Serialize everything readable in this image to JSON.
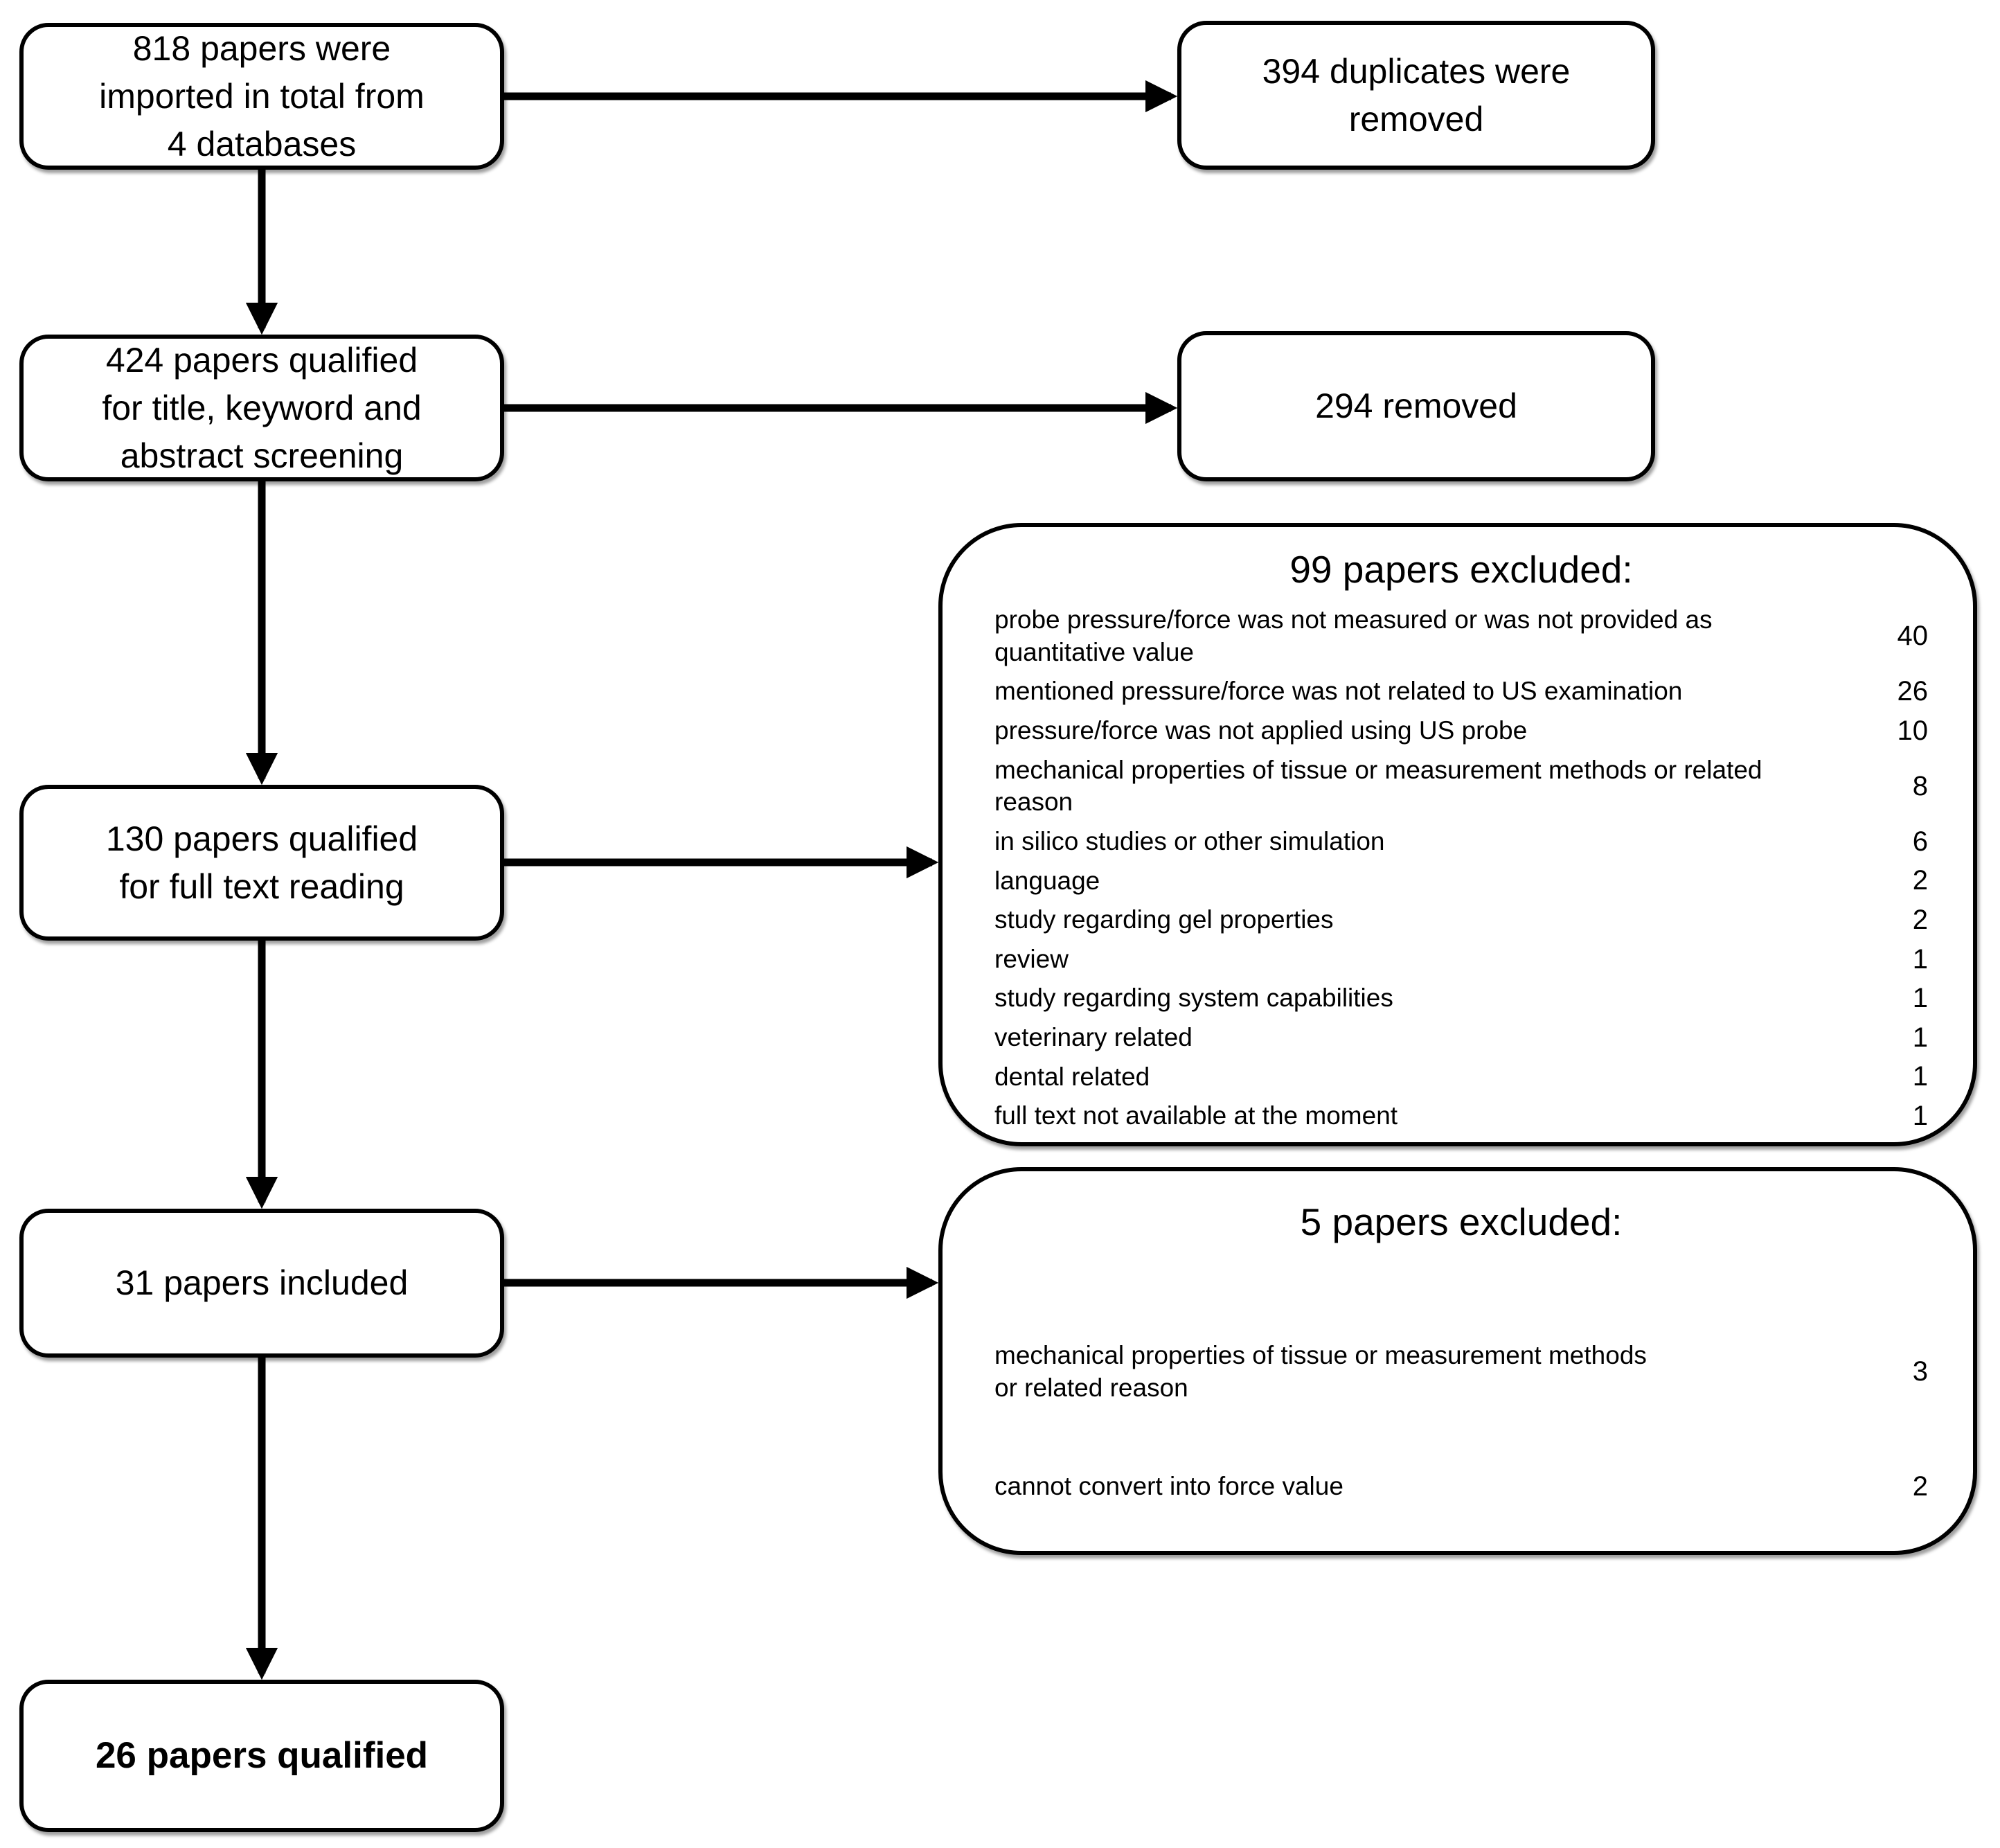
{
  "colors": {
    "ink": "#000000",
    "background": "#ffffff"
  },
  "boxes": {
    "imported": {
      "text": "818 papers were\nimported in total from\n4 databases"
    },
    "duplicates": {
      "text": "394 duplicates were\nremoved"
    },
    "screened": {
      "text": "424 papers qualified\nfor title, keyword and\nabstract screening"
    },
    "removed": {
      "text": "294 removed"
    },
    "fulltext": {
      "text": "130 papers qualified\nfor full text reading"
    },
    "included": {
      "text": "31 papers included"
    },
    "qualified": {
      "text": "26 papers qualified"
    }
  },
  "excluded99": {
    "title": "99 papers excluded:",
    "reasons": [
      {
        "label": "probe pressure/force was not measured or was not provided as\nquantitative value",
        "count": 40
      },
      {
        "label": "mentioned pressure/force was not related to US examination",
        "count": 26
      },
      {
        "label": "pressure/force was not applied using US probe",
        "count": 10
      },
      {
        "label": "mechanical properties of tissue or measurement methods or related\nreason",
        "count": 8
      },
      {
        "label": "in silico studies or other simulation",
        "count": 6
      },
      {
        "label": "language",
        "count": 2
      },
      {
        "label": "study regarding gel properties",
        "count": 2
      },
      {
        "label": "review",
        "count": 1
      },
      {
        "label": "study regarding system capabilities",
        "count": 1
      },
      {
        "label": "veterinary related",
        "count": 1
      },
      {
        "label": "dental related",
        "count": 1
      },
      {
        "label": "full text not available at the moment",
        "count": 1
      }
    ]
  },
  "excluded5": {
    "title": "5 papers excluded:",
    "reasons": [
      {
        "label": "mechanical properties of tissue or measurement methods\nor related reason",
        "count": 3
      },
      {
        "label": "cannot convert into force value",
        "count": 2
      }
    ]
  }
}
